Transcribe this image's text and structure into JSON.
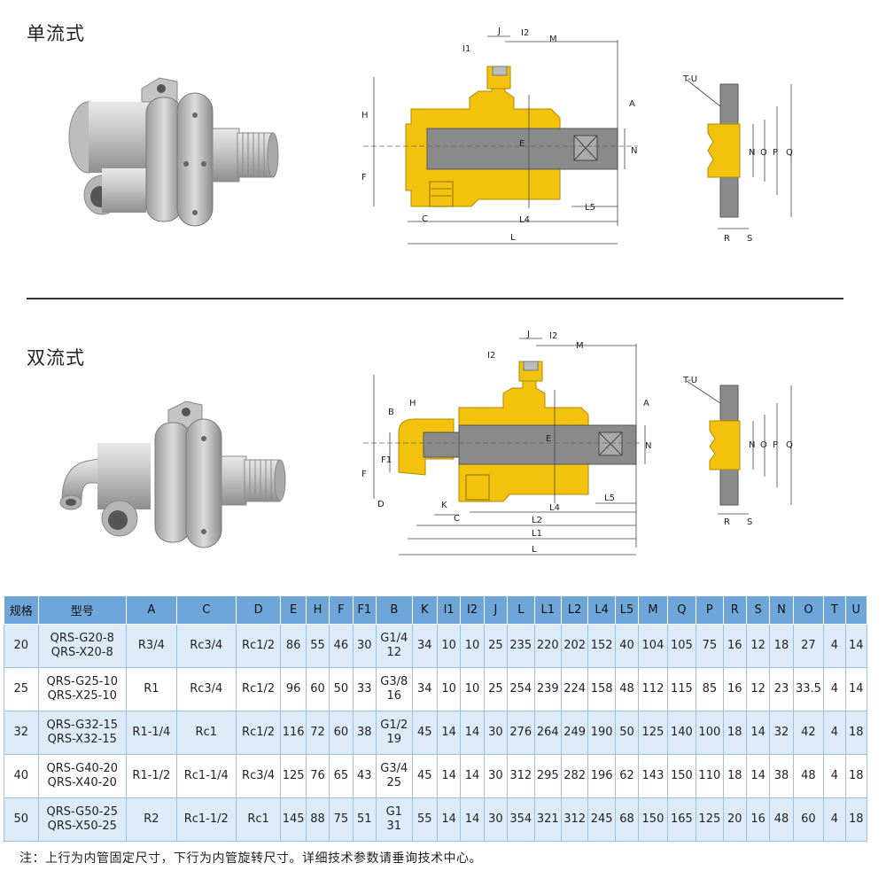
{
  "sections": {
    "single_title": "单流式",
    "double_title": "双流式"
  },
  "drawing1": {
    "labels": {
      "J": "J",
      "I2": "I2",
      "I1": "I1",
      "M": "M",
      "H": "H",
      "F": "F",
      "E": "E",
      "A": "A",
      "N": "N",
      "C": "C",
      "L4": "L4",
      "L5": "L5",
      "L": "L"
    }
  },
  "flange1": {
    "labels": {
      "TU": "T-U",
      "N": "N",
      "O": "O",
      "P": "P",
      "Q": "Q",
      "R": "R",
      "S": "S"
    }
  },
  "drawing2": {
    "labels": {
      "J": "J",
      "I2a": "I2",
      "I2b": "I2",
      "M": "M",
      "H": "H",
      "B": "B",
      "F": "F",
      "F1": "F1",
      "E": "E",
      "A": "A",
      "N": "N",
      "D": "D",
      "K": "K",
      "C": "C",
      "L4": "L4",
      "L5": "L5",
      "L2": "L2",
      "L1": "L1",
      "L": "L"
    }
  },
  "flange2": {
    "labels": {
      "TU": "T-U",
      "N": "N",
      "O": "O",
      "P": "P",
      "Q": "Q",
      "R": "R",
      "S": "S"
    }
  },
  "table": {
    "headers": [
      "规格",
      "型号",
      "A",
      "C",
      "D",
      "E",
      "H",
      "F",
      "F1",
      "B",
      "K",
      "I1",
      "I2",
      "J",
      "L",
      "L1",
      "L2",
      "L4",
      "L5",
      "M",
      "Q",
      "P",
      "R",
      "S",
      "N",
      "O",
      "T",
      "U"
    ],
    "rows": [
      {
        "spec": "20",
        "model1": "QRS-G20-8",
        "model2": "QRS-X20-8",
        "A": "R3/4",
        "C": "Rc3/4",
        "D": "Rc1/2",
        "E": "86",
        "H": "55",
        "F": "46",
        "F1": "30",
        "B1": "G1/4",
        "B2": "12",
        "K": "34",
        "I1": "10",
        "I2": "10",
        "J": "25",
        "L": "235",
        "L1": "220",
        "L2": "202",
        "L4": "152",
        "L5": "40",
        "M": "104",
        "Q": "105",
        "P": "75",
        "R": "16",
        "S": "12",
        "N": "18",
        "O": "27",
        "T": "4",
        "U": "14"
      },
      {
        "spec": "25",
        "model1": "QRS-G25-10",
        "model2": "QRS-X25-10",
        "A": "R1",
        "C": "Rc3/4",
        "D": "Rc1/2",
        "E": "96",
        "H": "60",
        "F": "50",
        "F1": "33",
        "B1": "G3/8",
        "B2": "16",
        "K": "34",
        "I1": "10",
        "I2": "10",
        "J": "25",
        "L": "254",
        "L1": "239",
        "L2": "224",
        "L4": "158",
        "L5": "48",
        "M": "112",
        "Q": "115",
        "P": "85",
        "R": "16",
        "S": "12",
        "N": "23",
        "O": "33.5",
        "T": "4",
        "U": "14"
      },
      {
        "spec": "32",
        "model1": "QRS-G32-15",
        "model2": "QRS-X32-15",
        "A": "R1-1/4",
        "C": "Rc1",
        "D": "Rc1/2",
        "E": "116",
        "H": "72",
        "F": "60",
        "F1": "38",
        "B1": "G1/2",
        "B2": "19",
        "K": "45",
        "I1": "14",
        "I2": "14",
        "J": "30",
        "L": "276",
        "L1": "264",
        "L2": "249",
        "L4": "190",
        "L5": "50",
        "M": "125",
        "Q": "140",
        "P": "100",
        "R": "18",
        "S": "14",
        "N": "32",
        "O": "42",
        "T": "4",
        "U": "18"
      },
      {
        "spec": "40",
        "model1": "QRS-G40-20",
        "model2": "QRS-X40-20",
        "A": "R1-1/2",
        "C": "Rc1-1/4",
        "D": "Rc3/4",
        "E": "125",
        "H": "76",
        "F": "65",
        "F1": "43",
        "B1": "G3/4",
        "B2": "25",
        "K": "45",
        "I1": "14",
        "I2": "14",
        "J": "30",
        "L": "312",
        "L1": "295",
        "L2": "282",
        "L4": "196",
        "L5": "62",
        "M": "143",
        "Q": "150",
        "P": "110",
        "R": "18",
        "S": "14",
        "N": "38",
        "O": "48",
        "T": "4",
        "U": "18"
      },
      {
        "spec": "50",
        "model1": "QRS-G50-25",
        "model2": "QRS-X50-25",
        "A": "R2",
        "C": "Rc1-1/2",
        "D": "Rc1",
        "E": "145",
        "H": "88",
        "F": "75",
        "F1": "51",
        "B1": "G1",
        "B2": "31",
        "K": "55",
        "I1": "14",
        "I2": "14",
        "J": "30",
        "L": "354",
        "L1": "321",
        "L2": "312",
        "L4": "245",
        "L5": "68",
        "M": "150",
        "Q": "165",
        "P": "125",
        "R": "20",
        "S": "16",
        "N": "48",
        "O": "60",
        "T": "4",
        "U": "18"
      }
    ]
  },
  "note": "注：上行为内管固定尺寸，下行为内管旋转尺寸。详细技术参数请垂询技术中心。",
  "colors": {
    "body_yellow": "#f2c20c",
    "shaft_gray": "#8a8a8a",
    "header_blue": "#6fa6d9",
    "row_blue": "#ddeaf7"
  }
}
